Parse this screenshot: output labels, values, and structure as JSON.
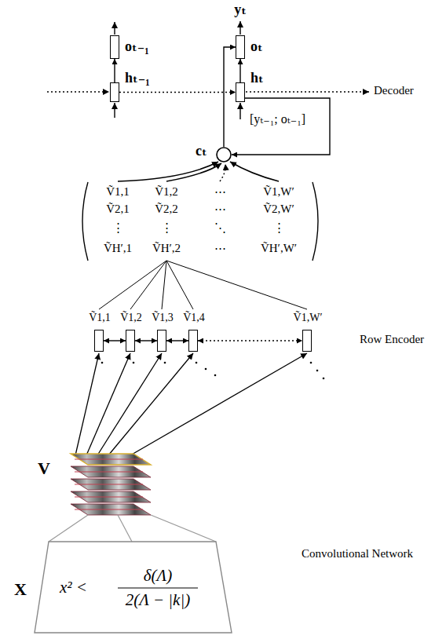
{
  "diagram": {
    "nodes": [
      {
        "text": [
          "oₜ₋₁"
        ]
      },
      {
        "text": [
          "hₜ₋₁"
        ]
      },
      {
        "text": [
          "oₜ"
        ]
      },
      {
        "text": [
          "hₜ"
        ]
      },
      {
        "text": [
          "cₜ"
        ]
      },
      {
        "text": [
          "Ṽ1,1"
        ]
      },
      {
        "text": [
          "Ṽ1,2"
        ]
      },
      {
        "text": [
          "Ṽ1,3"
        ]
      },
      {
        "text": [
          "Ṽ1,4"
        ]
      },
      {
        "text": [
          "Ṽ1,W′"
        ]
      }
    ],
    "edges": [
      {
        "from": 1,
        "to": 0,
        "arrow": "to"
      },
      {
        "from": 1,
        "to": 3,
        "arrow": "to"
      },
      {
        "from": 3,
        "to": 2,
        "arrow": "to"
      },
      {
        "from": 4,
        "to": 2,
        "arrow": "to"
      },
      {
        "from": 3,
        "to": 4,
        "arrow": "to"
      },
      {
        "from": 5,
        "to": 6,
        "arrow": "both"
      },
      {
        "from": 6,
        "to": 7,
        "arrow": "both"
      },
      {
        "from": 7,
        "to": 8,
        "arrow": "both"
      },
      {
        "from": 8,
        "to": 9,
        "arrow": "both"
      }
    ],
    "labels": [
      "yₜ",
      "Decoder",
      "[yₜ₋₁; oₜ₋₁]",
      "Ṽ1,1",
      "Ṽ1,2",
      "⋯",
      "Ṽ1,W′",
      "Ṽ2,1",
      "Ṽ2,2",
      "⋯",
      "Ṽ2,W′",
      "⋮",
      "⋮",
      "⋱",
      "⋮",
      "ṼH′,1",
      "ṼH′,2",
      "⋯",
      "ṼH′,W′",
      "Row Encoder",
      "V",
      "Convolutional Network",
      "X",
      "x² <",
      "δ(Λ)",
      "2(Λ − |k|)"
    ]
  }
}
